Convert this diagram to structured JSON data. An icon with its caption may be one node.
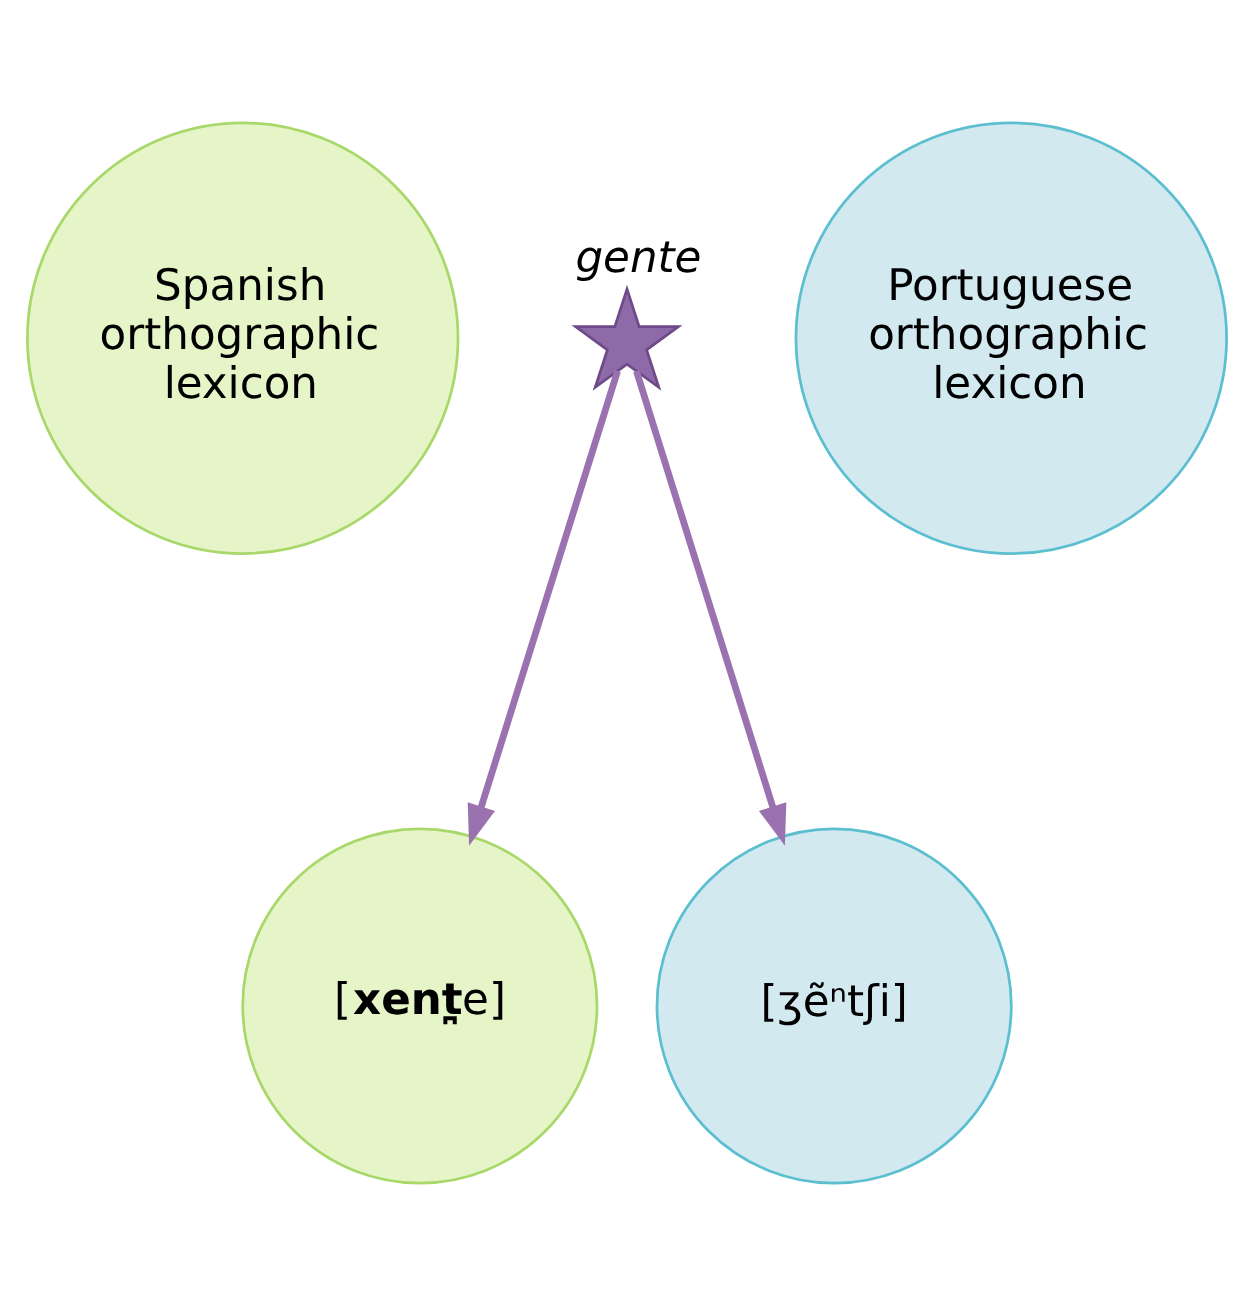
{
  "diagram": {
    "nodes": [
      {
        "text": [
          "Spanish orthographic lexicon"
        ]
      },
      {
        "text": [],
        "shape": "star",
        "beside": [
          "gente"
        ]
      },
      {
        "text": [
          "Portuguese orthographic lexicon"
        ]
      },
      {
        "text": [
          "[**xent̪**e]"
        ]
      },
      {
        "text": [
          "[ʒẽⁿtʃi]"
        ]
      }
    ],
    "edges": [
      {
        "from": 1,
        "to": 3,
        "arrow": "to",
        "color": "#9b72b0"
      },
      {
        "from": 1,
        "to": 4,
        "arrow": "to",
        "color": "#9b72b0"
      }
    ]
  }
}
